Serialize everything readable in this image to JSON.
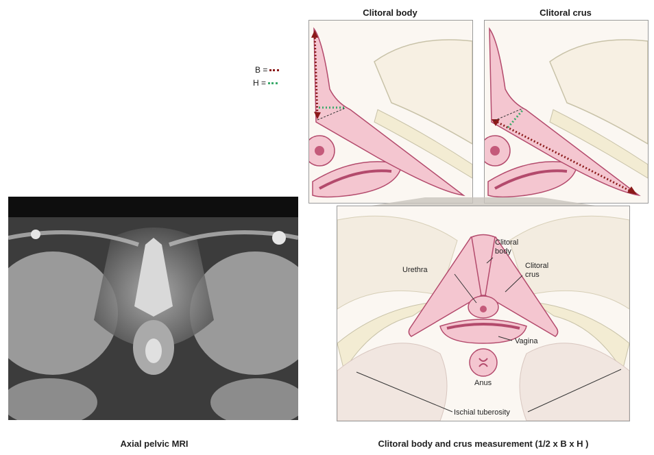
{
  "mri": {
    "caption": "Axial pelvic MRI"
  },
  "panels": {
    "body_title": "Clitoral body",
    "crus_title": "Clitoral crus"
  },
  "legend": {
    "b_label": "B =",
    "h_label": "H =",
    "b_color": "#8b1a1a",
    "h_color": "#3aaa6a"
  },
  "anatomy": {
    "labels": {
      "clitoral_body": "Clitoral\nbody",
      "clitoral_crus": "Clitoral\ncrus",
      "urethra": "Urethra",
      "vagina": "Vagina",
      "anus": "Anus",
      "ischial": "Ischial tuberosity"
    },
    "caption": "Clitoral body and crus measurement (1/2 x B x H )"
  },
  "colors": {
    "tissue_pink": "#f4c6d0",
    "tissue_outline": "#b34a6c",
    "bone_fill": "#f7f0e3",
    "bone_outline": "#c8c2a8",
    "panel_bg": "#fbf7f2"
  }
}
